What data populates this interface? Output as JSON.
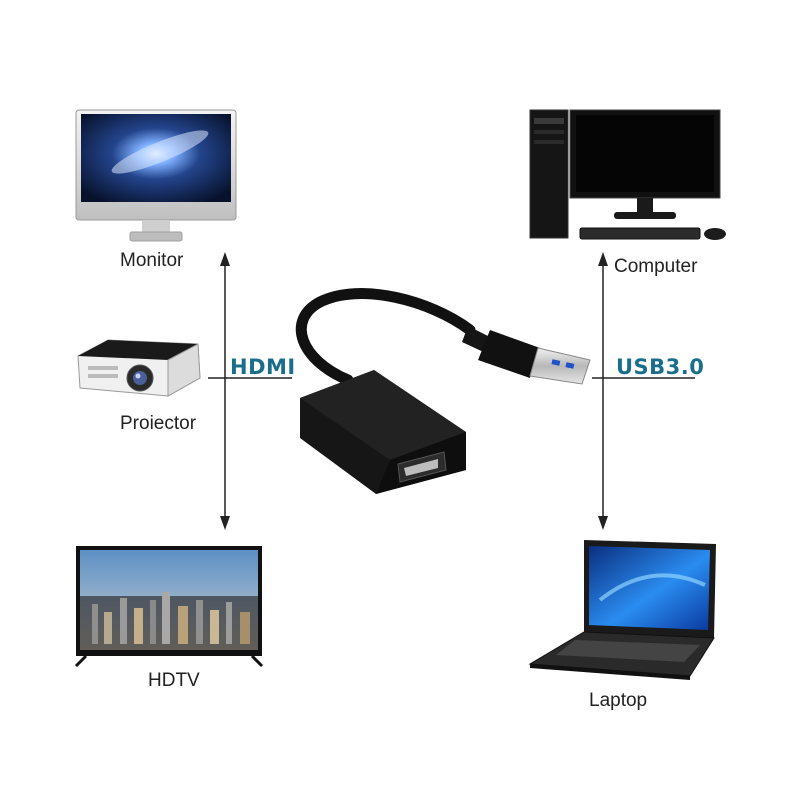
{
  "left_devices": [
    {
      "label": "Monitor",
      "icon": "monitor-icon"
    },
    {
      "label": "Proiector",
      "icon": "projector-icon"
    },
    {
      "label": "HDTV",
      "icon": "hdtv-icon"
    }
  ],
  "right_devices": [
    {
      "label": "Computer",
      "icon": "desktop-computer-icon"
    },
    {
      "label": "Laptop",
      "icon": "laptop-icon"
    }
  ],
  "connectors": {
    "hdmi_label": "HDMI",
    "usb_label": "USB3.0"
  },
  "adapter": {
    "icon": "usb-to-hdmi-adapter-icon"
  },
  "colors": {
    "accent": "#1a6e8c",
    "arrow": "#222222",
    "device_body": "#111111",
    "screen_blue": "#2a6fc4"
  }
}
